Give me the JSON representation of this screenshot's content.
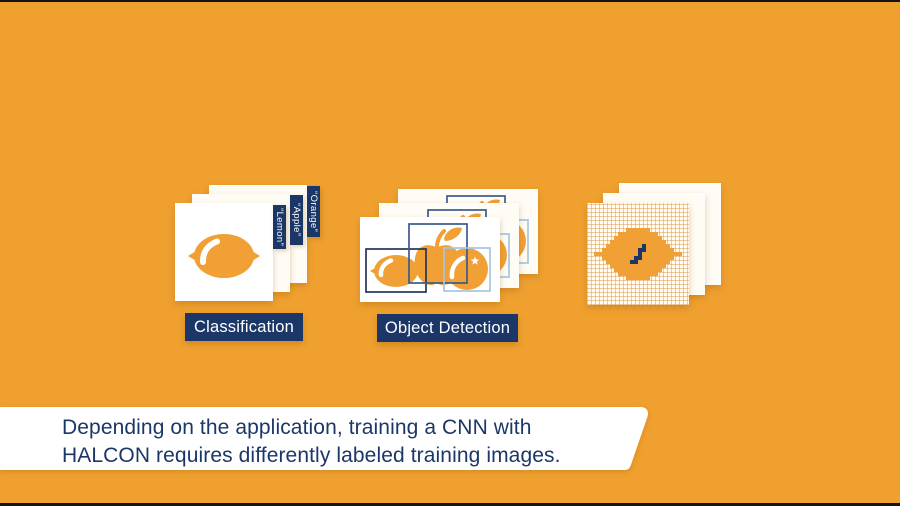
{
  "scene": {
    "background_color": "#EFA02F",
    "navy": "#1B3768",
    "fruit_orange": "#F0A034",
    "box_colors": {
      "lemon_box": "#24355B",
      "apple_box": "#3A5B8C",
      "orange_box": "#A6C5E0"
    }
  },
  "groups": {
    "classification": {
      "label": "Classification",
      "tabs": [
        "“Lemon”",
        "“Apple”",
        "“Orange”"
      ]
    },
    "object_detection": {
      "label": "Object Detection"
    },
    "segmentation": {
      "style": "pixel-grid-mask"
    }
  },
  "caption": {
    "line1": "Depending on the application, training a CNN with",
    "line2": "HALCON requires differently labeled training images."
  }
}
